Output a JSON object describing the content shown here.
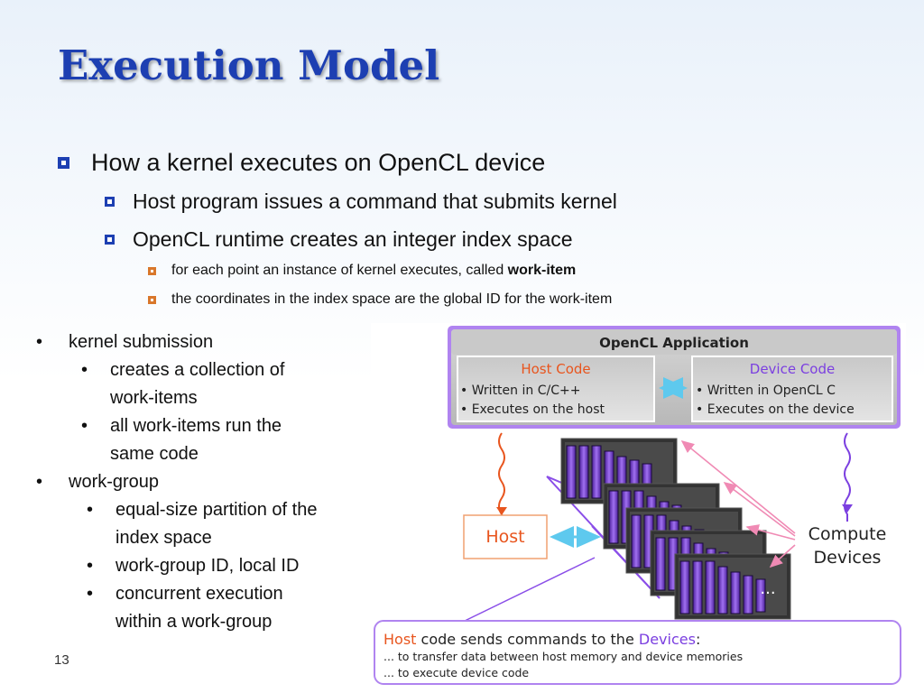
{
  "slide": {
    "title": "Execution Model",
    "page_number": "13",
    "bullets": {
      "b1": "How a kernel executes on OpenCL device",
      "b1_1": "Host program issues a command that submits kernel",
      "b1_2": "OpenCL runtime creates an integer index space",
      "b1_2_1_pre": "for each point an instance of kernel executes, called ",
      "b1_2_1_bold": "work-item",
      "b1_2_2": "the coordinates in the index space are the global ID for the work-item"
    },
    "left_list": [
      {
        "text": "kernel submission",
        "level": 1
      },
      {
        "text": "creates a collection of",
        "level": 2
      },
      {
        "text": "work-items",
        "level": 2,
        "continuation": true
      },
      {
        "text": "all work-items run the",
        "level": 2
      },
      {
        "text": "same code",
        "level": 2,
        "continuation": true
      },
      {
        "text": "work-group",
        "level": 1
      },
      {
        "text": "equal-size partition of the",
        "level": 2
      },
      {
        "text": "index space",
        "level": 2,
        "continuation": true
      },
      {
        "text": "work-group ID, local ID",
        "level": 2
      },
      {
        "text": "concurrent execution",
        "level": 2
      },
      {
        "text": "within a work-group",
        "level": 2,
        "continuation": true
      }
    ],
    "bullet_glyph": "•"
  },
  "diagram": {
    "app_title": "OpenCL Application",
    "host_code_title": "Host Code",
    "host_code_lines": [
      "• Written in C/C++",
      "• Executes on the host"
    ],
    "device_code_title": "Device Code",
    "device_code_lines": [
      "• Written in OpenCL C",
      "• Executes on the device"
    ],
    "host_label": "Host",
    "compute_devices_line1": "Compute",
    "compute_devices_line2": "Devices",
    "ellipsis": "...",
    "caption_host": "Host",
    "caption_mid": " code sends commands to the ",
    "caption_devices": "Devices",
    "caption_colon": ":",
    "caption_line2": "... to transfer data between host memory and device memories",
    "caption_line3": "... to execute device code"
  },
  "colors": {
    "title_blue": "#1d3fb2",
    "sub_bullet_orange": "#d9772b",
    "host_orange": "#e8551e",
    "device_purple": "#7b3fe0",
    "arrow_cyan": "#5ec9ee",
    "pink_arrow": "#f08ab4"
  }
}
